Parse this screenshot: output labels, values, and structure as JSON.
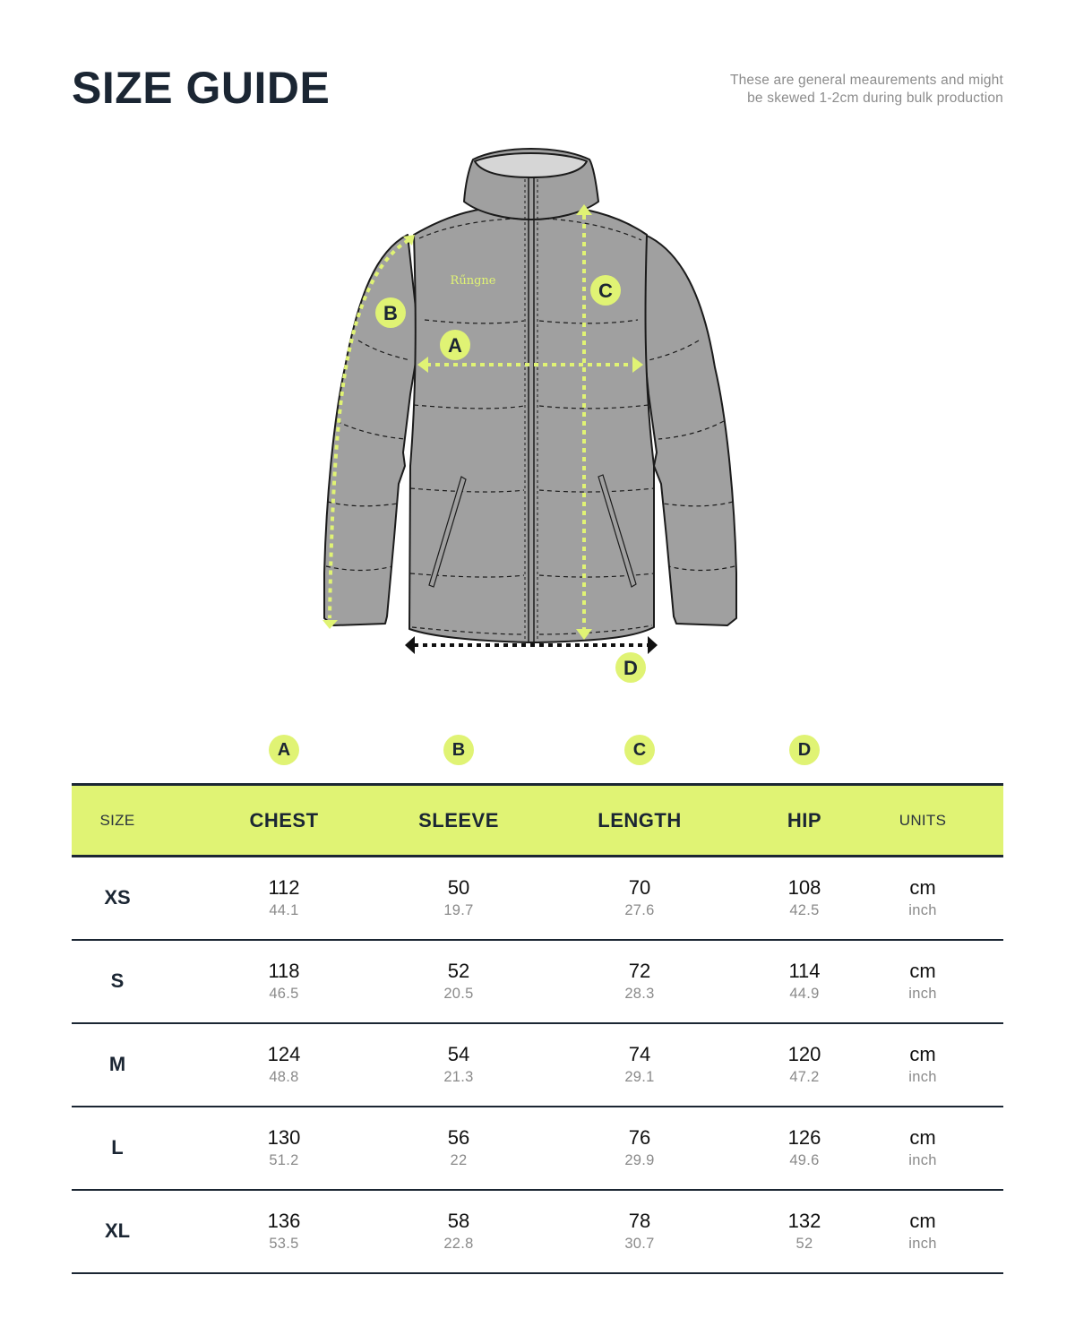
{
  "header": {
    "title": "SIZE GUIDE",
    "note_line1": "These are general meaurements and might",
    "note_line2": "be skewed 1-2cm during bulk production"
  },
  "diagram": {
    "brand_label": "Rűngne",
    "markers": {
      "a": "A",
      "b": "B",
      "c": "C",
      "d": "D"
    },
    "accent_color": "#e0f374",
    "garment_color": "#a0a0a0",
    "collar_inner_color": "#d6d6d6",
    "outline_color": "#1b1b1b"
  },
  "table": {
    "column_letters": [
      "A",
      "B",
      "C",
      "D"
    ],
    "headers": {
      "size": "SIZE",
      "chest": "CHEST",
      "sleeve": "SLEEVE",
      "length": "LENGTH",
      "hip": "HIP",
      "units": "UNITS"
    },
    "header_bg": "#e0f374",
    "rows": [
      {
        "size": "XS",
        "chest_cm": "112",
        "chest_in": "44.1",
        "sleeve_cm": "50",
        "sleeve_in": "19.7",
        "length_cm": "70",
        "length_in": "27.6",
        "hip_cm": "108",
        "hip_in": "42.5",
        "unit_cm": "cm",
        "unit_in": "inch"
      },
      {
        "size": "S",
        "chest_cm": "118",
        "chest_in": "46.5",
        "sleeve_cm": "52",
        "sleeve_in": "20.5",
        "length_cm": "72",
        "length_in": "28.3",
        "hip_cm": "114",
        "hip_in": "44.9",
        "unit_cm": "cm",
        "unit_in": "inch"
      },
      {
        "size": "M",
        "chest_cm": "124",
        "chest_in": "48.8",
        "sleeve_cm": "54",
        "sleeve_in": "21.3",
        "length_cm": "74",
        "length_in": "29.1",
        "hip_cm": "120",
        "hip_in": "47.2",
        "unit_cm": "cm",
        "unit_in": "inch"
      },
      {
        "size": "L",
        "chest_cm": "130",
        "chest_in": "51.2",
        "sleeve_cm": "56",
        "sleeve_in": "22",
        "length_cm": "76",
        "length_in": "29.9",
        "hip_cm": "126",
        "hip_in": "49.6",
        "unit_cm": "cm",
        "unit_in": "inch"
      },
      {
        "size": "XL",
        "chest_cm": "136",
        "chest_in": "53.5",
        "sleeve_cm": "58",
        "sleeve_in": "22.8",
        "length_cm": "78",
        "length_in": "30.7",
        "hip_cm": "132",
        "hip_in": "52",
        "unit_cm": "cm",
        "unit_in": "inch"
      }
    ]
  }
}
